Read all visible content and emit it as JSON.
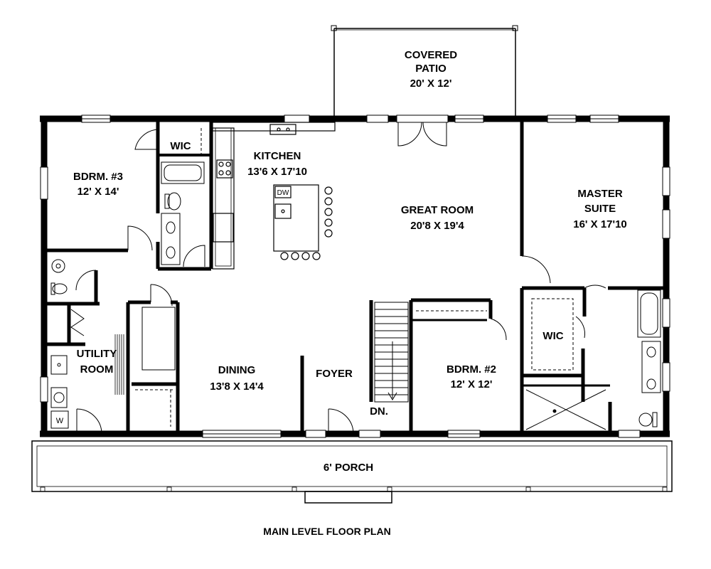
{
  "plan_title": "MAIN LEVEL FLOOR PLAN",
  "rooms": {
    "patio": {
      "name_l1": "COVERED",
      "name_l2": "PATIO",
      "size": "20' X 12'"
    },
    "bdrm3": {
      "name": "BDRM. #3",
      "size": "12' X 14'"
    },
    "wic_upper": {
      "name": "WIC"
    },
    "kitchen": {
      "name": "KITCHEN",
      "size": "13'6 X 17'10"
    },
    "great_room": {
      "name": "GREAT ROOM",
      "size": "20'8 X 19'4"
    },
    "master": {
      "name_l1": "MASTER",
      "name_l2": "SUITE",
      "size": "16' X 17'10"
    },
    "utility": {
      "name_l1": "UTILITY",
      "name_l2": "ROOM"
    },
    "dining": {
      "name": "DINING",
      "size": "13'8 X 14'4"
    },
    "foyer": {
      "name": "FOYER"
    },
    "stairs": {
      "label": "DN."
    },
    "bdrm2": {
      "name": "BDRM. #2",
      "size": "12' X 12'"
    },
    "wic_master": {
      "name": "WIC"
    },
    "porch": {
      "name": "6' PORCH"
    }
  },
  "appliance_labels": {
    "dishwasher": "DW",
    "washer": "W"
  },
  "colors": {
    "wall": "#000000",
    "line": "#000000",
    "background": "#ffffff"
  }
}
